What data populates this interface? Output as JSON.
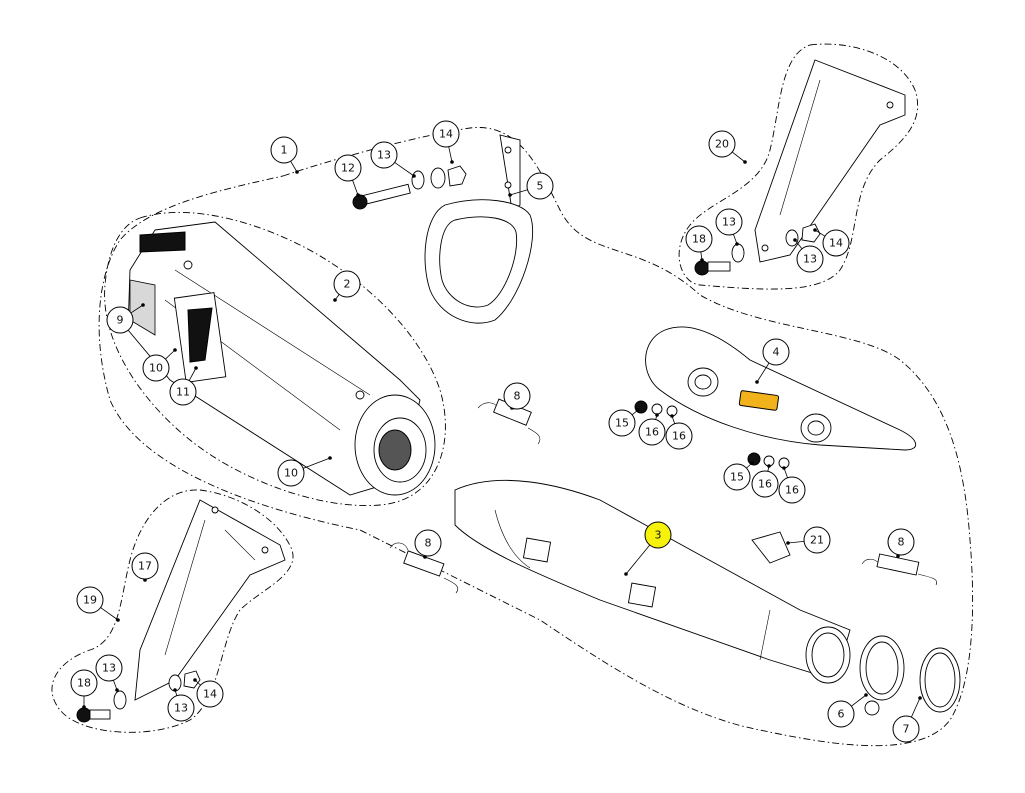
{
  "diagram": {
    "callouts": [
      {
        "id": "c1",
        "label": "1"
      },
      {
        "id": "c2",
        "label": "2"
      },
      {
        "id": "c3",
        "label": "3",
        "highlight": true
      },
      {
        "id": "c4",
        "label": "4"
      },
      {
        "id": "c5",
        "label": "5"
      },
      {
        "id": "c6",
        "label": "6"
      },
      {
        "id": "c7",
        "label": "7"
      },
      {
        "id": "c8a",
        "label": "8"
      },
      {
        "id": "c8b",
        "label": "8"
      },
      {
        "id": "c8c",
        "label": "8"
      },
      {
        "id": "c9",
        "label": "9"
      },
      {
        "id": "c10a",
        "label": "10"
      },
      {
        "id": "c10b",
        "label": "10"
      },
      {
        "id": "c11",
        "label": "11"
      },
      {
        "id": "c12",
        "label": "12"
      },
      {
        "id": "c13a",
        "label": "13"
      },
      {
        "id": "c13b",
        "label": "13"
      },
      {
        "id": "c13c",
        "label": "13"
      },
      {
        "id": "c13d",
        "label": "13"
      },
      {
        "id": "c13e",
        "label": "13"
      },
      {
        "id": "c14a",
        "label": "14"
      },
      {
        "id": "c14b",
        "label": "14"
      },
      {
        "id": "c14c",
        "label": "14"
      },
      {
        "id": "c15a",
        "label": "15"
      },
      {
        "id": "c15b",
        "label": "15"
      },
      {
        "id": "c16a",
        "label": "16"
      },
      {
        "id": "c16b",
        "label": "16"
      },
      {
        "id": "c16c",
        "label": "16"
      },
      {
        "id": "c16d",
        "label": "16"
      },
      {
        "id": "c17",
        "label": "17"
      },
      {
        "id": "c18a",
        "label": "18"
      },
      {
        "id": "c18b",
        "label": "18"
      },
      {
        "id": "c19",
        "label": "19"
      },
      {
        "id": "c20",
        "label": "20"
      },
      {
        "id": "c21",
        "label": "21"
      }
    ],
    "highlight_color": "#f7f20b",
    "highlight_heat_shield_color": "#f2b21b"
  }
}
